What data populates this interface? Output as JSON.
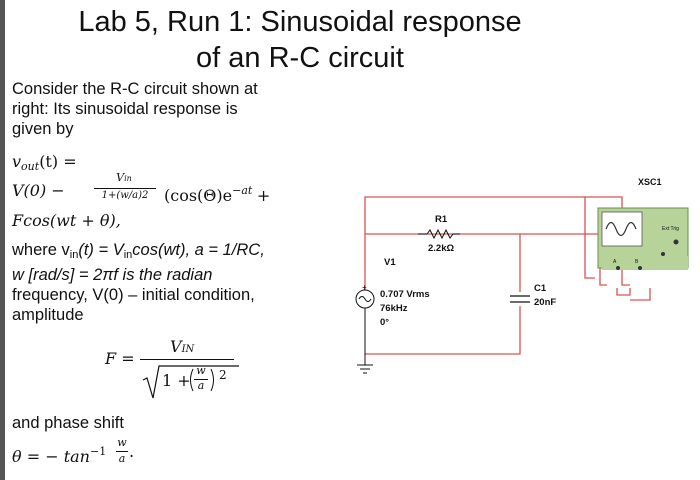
{
  "slide": {
    "title_line1": "Lab 5, Run 1: Sinusoidal response",
    "title_line2": "of an R-C circuit",
    "intro_line1": "Consider the R-C circuit shown at",
    "intro_line2": "right: Its sinusoidal response is",
    "intro_line3": "given by",
    "eq_vout": "v",
    "eq_vout_sub": "out",
    "eq_vout_rest": "(t) =",
    "eq_v0": "V(0) −",
    "eq_frac_num": "V",
    "eq_frac_num_sub": "in",
    "eq_frac_den": "1+(w/a)2",
    "eq_cos": "(cos(Θ)e",
    "eq_exp": "−at",
    "eq_plus": "+",
    "eq_fcos": "Fcos(wt + θ),",
    "where_line": "where v",
    "where_in": "in",
    "where_mid": "(t) = V",
    "where_in2": "in",
    "where_end": "cos(wt), a = 1/RC,",
    "w_line": "w [rad/s] = 2πf is the radian",
    "freq_line": "frequency, V(0) – initial condition,",
    "amp_line": "amplitude",
    "F_label": "F =",
    "F_num": "V",
    "F_num_sub": "IN",
    "F_den_one": "1 +",
    "F_den_frac_num": "w",
    "F_den_frac_den": "a",
    "F_den_exp": "2",
    "phase_line": "and phase shift",
    "theta_eq": "θ = − tan",
    "theta_exp": "−1",
    "theta_num": "w",
    "theta_den": "a",
    "theta_end": "."
  },
  "circuit": {
    "oscilloscope_label": "XSC1",
    "ext_trig_label": "Ext Trig",
    "channel_a": "A",
    "channel_b": "B",
    "resistor_name": "R1",
    "resistor_value": "2.2kΩ",
    "source_name": "V1",
    "source_voltage": "0.707 Vrms",
    "source_freq": "76kHz",
    "source_phase": "0°",
    "capacitor_name": "C1",
    "capacitor_value": "20nF",
    "wire_color": "#d9534f"
  }
}
